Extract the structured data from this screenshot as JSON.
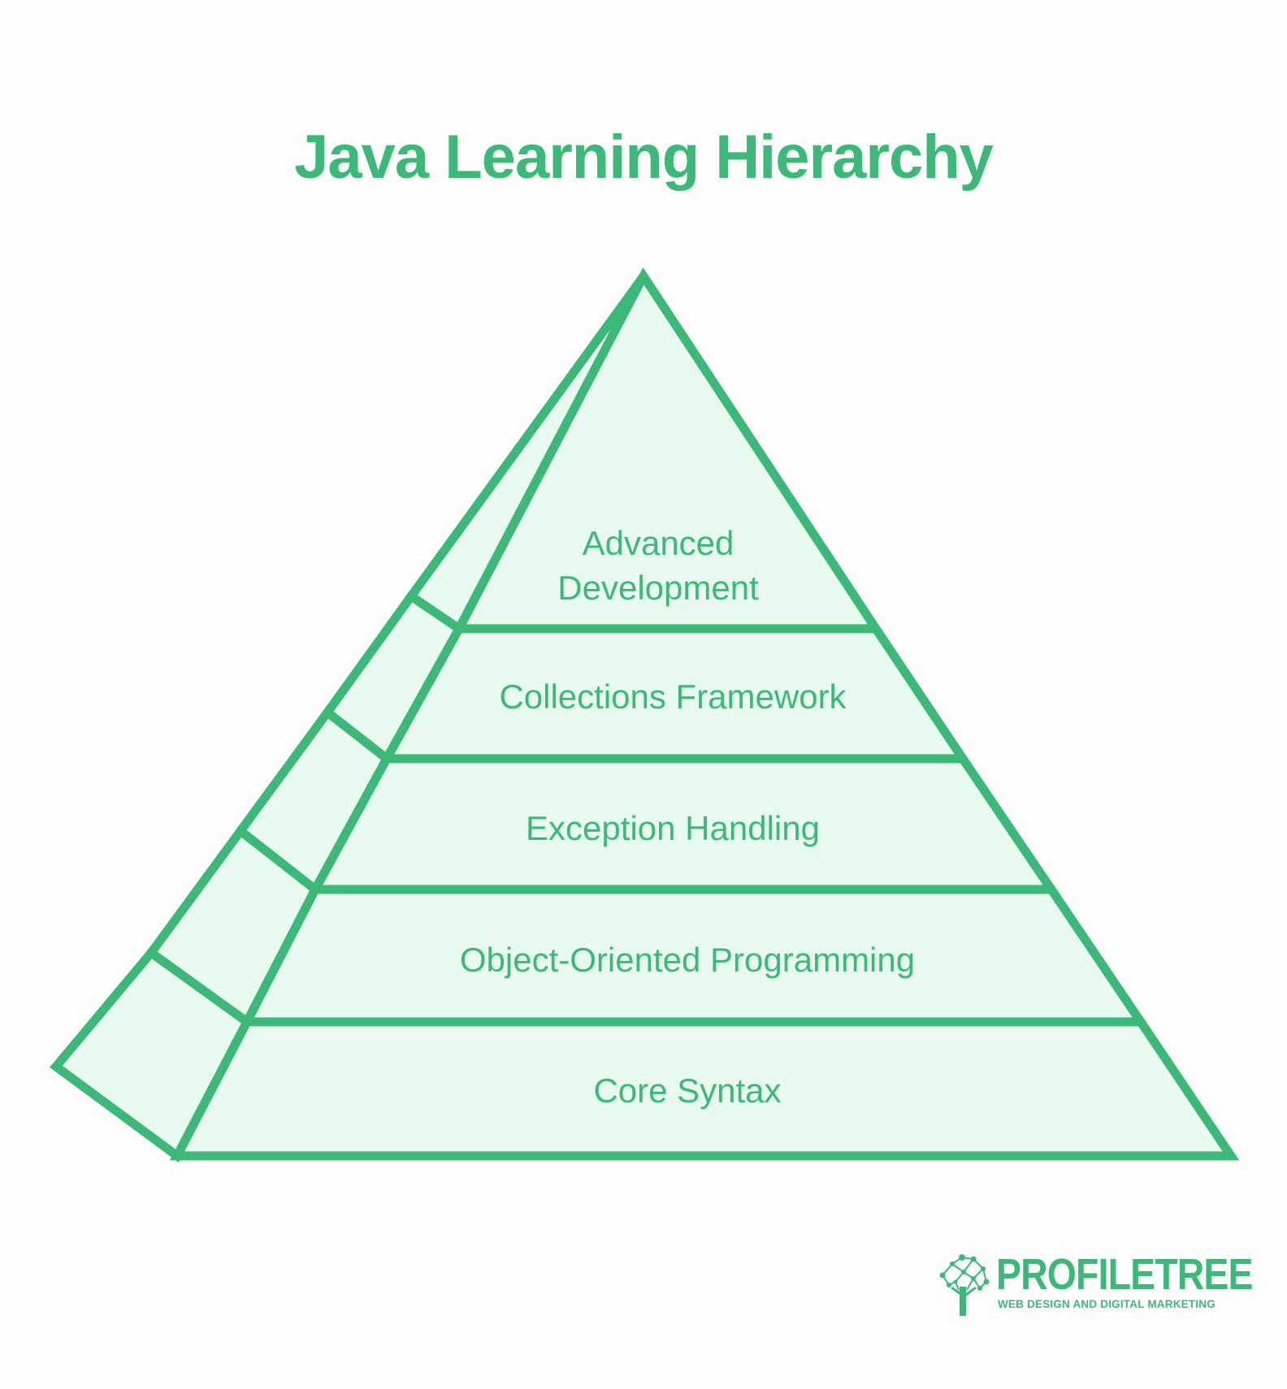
{
  "title": "Java Learning Hierarchy",
  "colors": {
    "accent": "#3cb878",
    "fill": "#e8f9f0",
    "background": "#fdfdfd"
  },
  "tiers": [
    {
      "line1": "Advanced",
      "line2": "Development"
    },
    {
      "label": "Collections Framework"
    },
    {
      "label": "Exception Handling"
    },
    {
      "label": "Object-Oriented Programming"
    },
    {
      "label": "Core Syntax"
    }
  ],
  "logo": {
    "name": "PROFILETREE",
    "tagline": "WEB DESIGN AND DIGITAL MARKETING",
    "icon": "tree-network-icon"
  }
}
